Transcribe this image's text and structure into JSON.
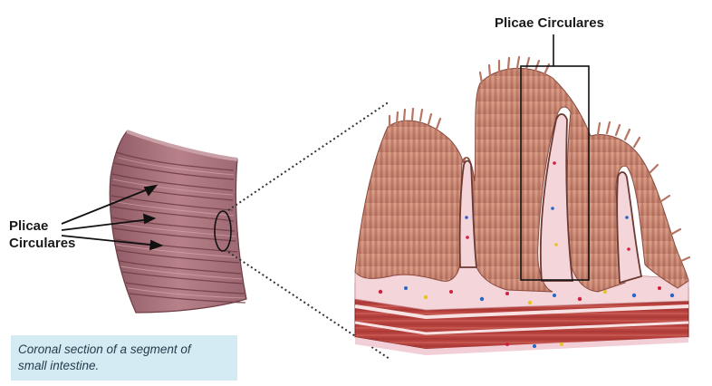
{
  "labels": {
    "left_line1": "Plicae",
    "left_line2": "Circulares",
    "top": "Plicae Circulares"
  },
  "caption": {
    "line1": "Coronal section of a segment of",
    "line2": "small intestine."
  },
  "colors": {
    "tissue_brown": "#c88772",
    "tissue_dark": "#8a4a3e",
    "segment_pink": "#a8727a",
    "lamina_pink": "#f4d5da",
    "muscle_red": "#b7423e",
    "caption_bg": "#d5ebf3"
  }
}
